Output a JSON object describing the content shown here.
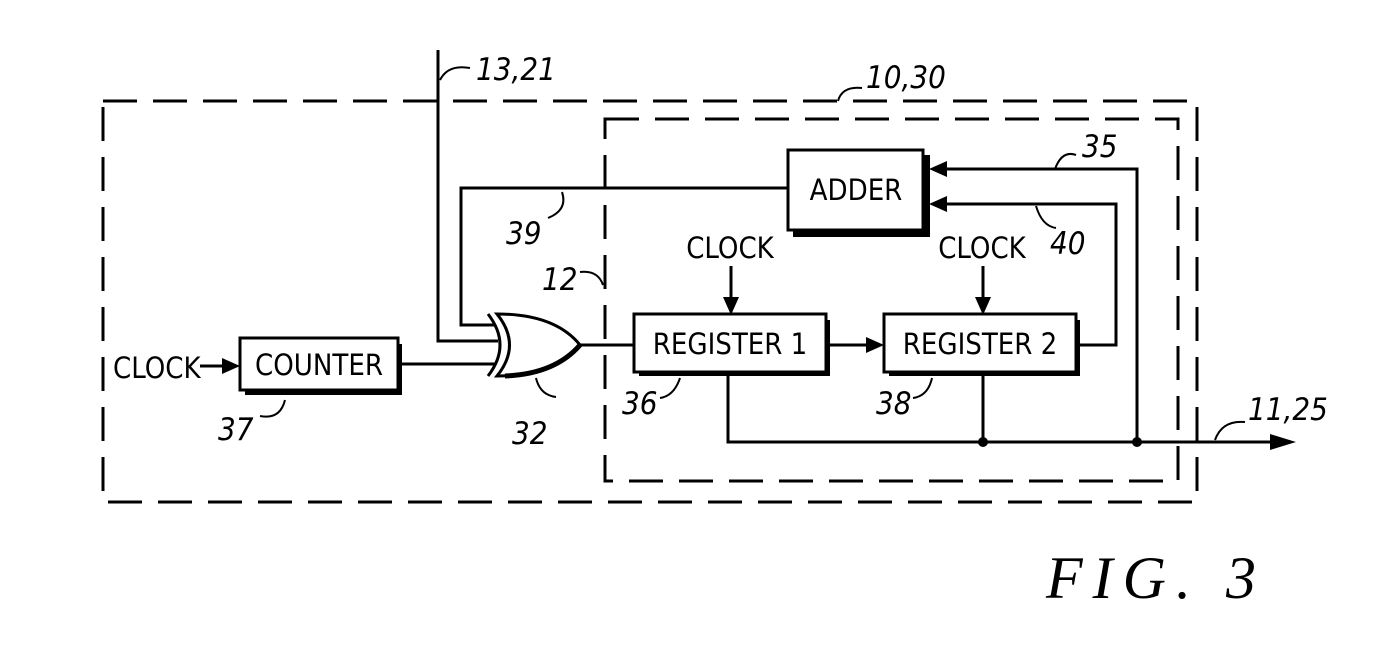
{
  "figure": {
    "caption": "FIG. 3"
  },
  "blocks": {
    "adder": "ADDER",
    "counter": "COUNTER",
    "register1": "REGISTER 1",
    "register2": "REGISTER 2"
  },
  "signals": {
    "clock_counter": "CLOCK",
    "clock_register1": "CLOCK",
    "clock_register2": "CLOCK"
  },
  "references": {
    "input_line": "13,21",
    "outer_box": "10,30",
    "feedback_35": "35",
    "adder_output": "39",
    "adder_input_40": "40",
    "inner_box": "12",
    "register1": "36",
    "register2": "38",
    "counter": "37",
    "xor_gate": "32",
    "output": "11,25"
  }
}
